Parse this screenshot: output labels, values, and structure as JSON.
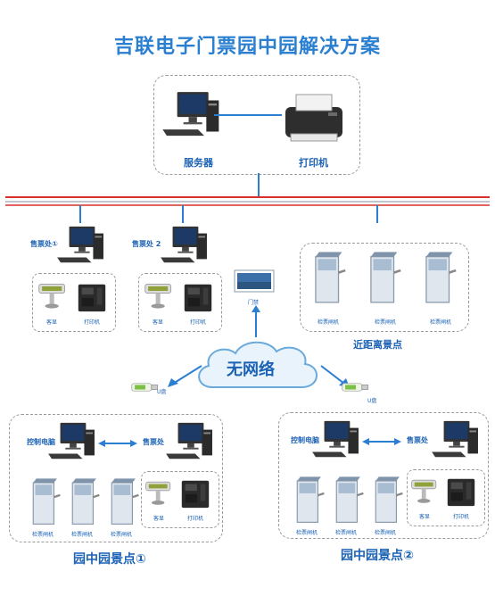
{
  "title": "吉联电子门票园中园解决方案",
  "server_group": {
    "server_label": "服务器",
    "printer_label": "打印机"
  },
  "ticket_office_1": {
    "label": "售票处①",
    "display_label": "客显",
    "printer_label": "打印机"
  },
  "ticket_office_2": {
    "label": "售票处 2",
    "display_label": "客显",
    "printer_label": "打印机"
  },
  "gate_monitor": {
    "label": "门禁"
  },
  "nearby_spot": {
    "gate_labels": [
      "检票闸机",
      "检票闸机",
      "检票闸机"
    ],
    "label": "近距离景点"
  },
  "wireless": {
    "label": "无网络"
  },
  "u_disk_left": {
    "label": "U盘"
  },
  "u_disk_right": {
    "label": "U盘"
  },
  "garden_1": {
    "control_pc": "控制电脑",
    "ticket_office": "售票处",
    "gate_labels": [
      "检票闸机",
      "检票闸机",
      "检票闸机"
    ],
    "display_label": "客显",
    "printer_label": "打印机",
    "label": "园中园景点①"
  },
  "garden_2": {
    "control_pc": "控制电脑",
    "ticket_office": "售票处",
    "gate_labels": [
      "检票闸机",
      "检票闸机",
      "检票闸机"
    ],
    "display_label": "客显",
    "printer_label": "打印机",
    "label": "园中园景点②"
  },
  "colors": {
    "accent": "#2a7fd0",
    "label": "#1b62b5",
    "bus_red": "#d9302c",
    "bus_blue": "#2a7fd0"
  }
}
